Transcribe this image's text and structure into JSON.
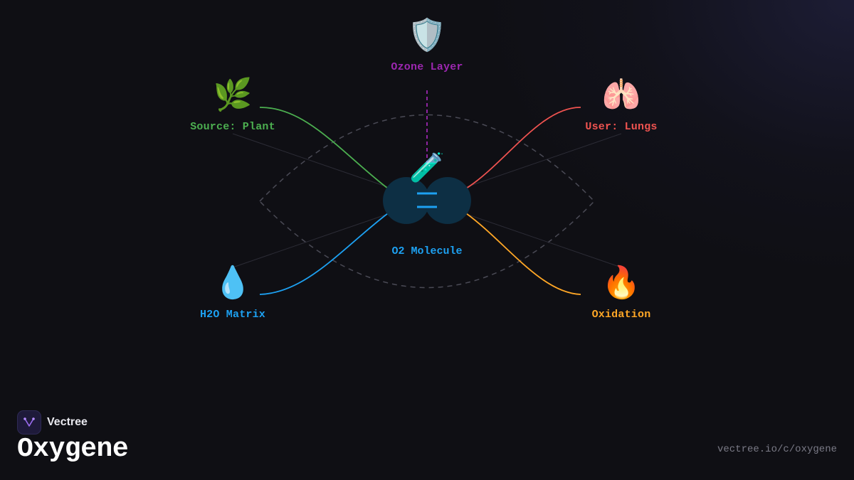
{
  "brand": {
    "name": "Vectree"
  },
  "title": "Oxygene",
  "url": "vectree.io/c/oxygene",
  "diagram": {
    "center": {
      "label": "O2 Molecule",
      "icon": "test-tube-icon",
      "symbol": "🧪",
      "color": "#1da1f2"
    },
    "nodes": [
      {
        "id": "ozone",
        "label": "Ozone Layer",
        "icon": "shield-icon",
        "symbol": "🛡️",
        "color": "#9c27b0"
      },
      {
        "id": "plant",
        "label": "Source: Plant",
        "icon": "leaf-icon",
        "symbol": "🌿",
        "color": "#4caf50"
      },
      {
        "id": "lungs",
        "label": "User: Lungs",
        "icon": "lungs-icon",
        "symbol": "🫁",
        "color": "#ef5350"
      },
      {
        "id": "water",
        "label": "H2O Matrix",
        "icon": "droplet-icon",
        "symbol": "💧",
        "color": "#1da1f2"
      },
      {
        "id": "fire",
        "label": "Oxidation",
        "icon": "fire-icon",
        "symbol": "🔥",
        "color": "#ffa726"
      }
    ]
  }
}
